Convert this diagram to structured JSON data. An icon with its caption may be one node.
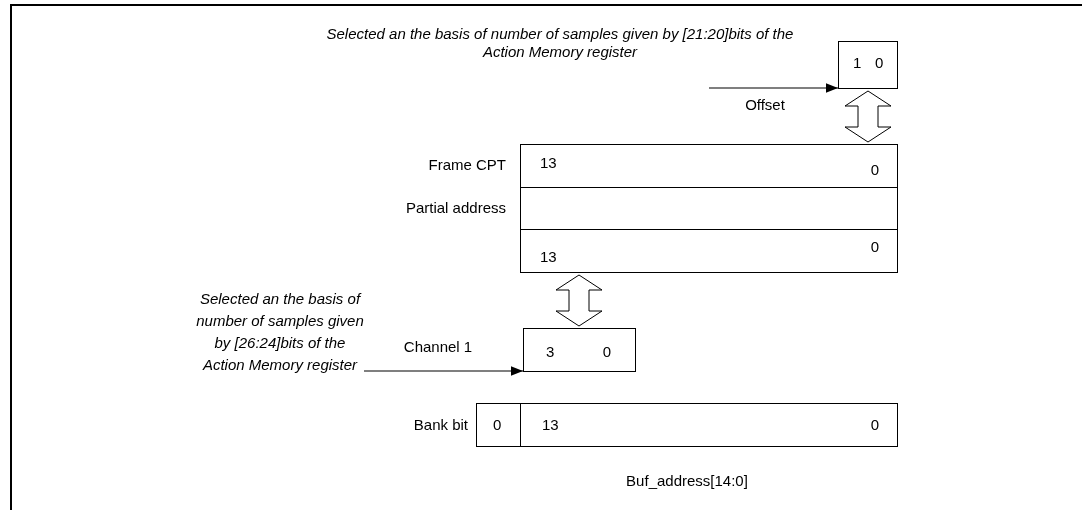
{
  "diagram": {
    "nodes": [
      {
        "text": [
          "1",
          "0"
        ]
      },
      {
        "text": [
          "13",
          "0"
        ],
        "beside": [
          "Frame CPT"
        ]
      },
      {
        "text": [],
        "shape": "box",
        "beside": [
          "Partial address"
        ]
      },
      {
        "text": [
          "13",
          "0"
        ]
      },
      {
        "text": [
          "Selected an the basis of number of samples given by [26:24]bits of the Action Memory register"
        ]
      },
      {
        "text": [
          "3",
          "0"
        ]
      },
      {
        "text": [
          "0"
        ],
        "beside": [
          "Bank bit"
        ]
      },
      {
        "text": [
          "13",
          "0"
        ],
        "beside": [
          "Buf_address[14:0]"
        ]
      }
    ],
    "edges": [
      {
        "from": null,
        "to": 0,
        "arrow": "to",
        "label": "Offset"
      },
      {
        "from": 0,
        "to": 1,
        "arrow": "both",
        "style": "thick"
      },
      {
        "from": 3,
        "to": 5,
        "arrow": "both",
        "style": "thick"
      },
      {
        "from": 4,
        "to": 5,
        "arrow": "to",
        "label": "Channel 1"
      }
    ],
    "labels": [
      "Selected an the basis of number of samples given by [21:20]bits of the Action Memory register"
    ]
  }
}
